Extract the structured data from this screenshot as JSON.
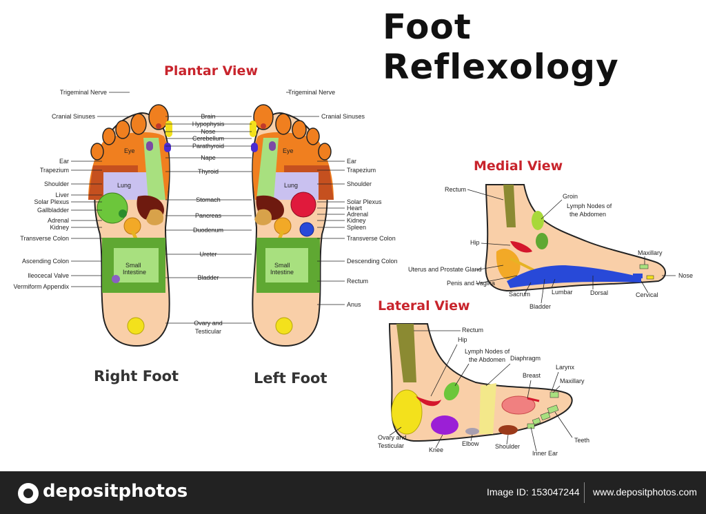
{
  "title": "Foot Reflexology",
  "plantar_view_title": "Plantar View",
  "medial_view_title": "Medial View",
  "lateral_view_title": "Lateral View",
  "right_foot_label": "Right Foot",
  "left_foot_label": "Left Foot",
  "right_foot_inner": {
    "eye": "Eye",
    "lung": "Lung",
    "small_intestine_1": "Small",
    "small_intestine_2": "Intestine"
  },
  "left_foot_inner": {
    "eye": "Eye",
    "lung": "Lung",
    "small_intestine_1": "Small",
    "small_intestine_2": "Intestine"
  },
  "right_labels_left_side": [
    "Trigeminal Nerve",
    "Cranial Sinuses",
    "Ear",
    "Trapezium",
    "Shoulder",
    "Liver",
    "Solar Plexus",
    "Gallbladder",
    "Adrenal",
    "Kidney",
    "Transverse Colon",
    "Ascending Colon",
    "Ileocecal Valve",
    "Vermiform Appendix"
  ],
  "center_labels": [
    "Brain",
    "Hypophysis",
    "Nose",
    "Cerebellum",
    "Parathyroid",
    "Nape",
    "Thyroid",
    "Stomach",
    "Pancreas",
    "Duodenum",
    "Ureter",
    "Bladder",
    "Ovary and",
    "Testicular"
  ],
  "left_labels_right_side": [
    "Trigeminal Nerve",
    "Cranial Sinuses",
    "Ear",
    "Trapezium",
    "Shoulder",
    "Solar Plexus",
    "Heart",
    "Adrenal",
    "Kidney",
    "Spleen",
    "Transverse Colon",
    "Descending Colon",
    "Rectum",
    "Anus"
  ],
  "medial_labels": [
    "Rectum",
    "Groin",
    "Lymph Nodes of",
    "the Abdomen",
    "Hip",
    "Maxillary",
    "Uterus and Prostate Gland",
    "Penis and Vagina",
    "Nose",
    "Sacrum",
    "Lumbar",
    "Dorsal",
    "Cervical",
    "Bladder"
  ],
  "lateral_labels": [
    "Rectum",
    "Hip",
    "Lymph Nodes of",
    "the Abdomen",
    "Diaphragm",
    "Larynx",
    "Breast",
    "Maxillary",
    "Teeth",
    "Ovary and",
    "Testicular",
    "Knee",
    "Elbow",
    "Shoulder",
    "Inner Ear"
  ],
  "footer": {
    "brand": "depositphotos",
    "image_id": "Image ID: 153047244",
    "site": "www.depositphotos.com"
  },
  "colors": {
    "accent_red": "#c8242c",
    "skin": "#f9cfa8",
    "green": "#5fa832",
    "orange": "#f07f1f",
    "yellow": "#f3e11c",
    "purple": "#9b1fd6",
    "blue": "#2849d8",
    "olive": "#8b8a32"
  }
}
